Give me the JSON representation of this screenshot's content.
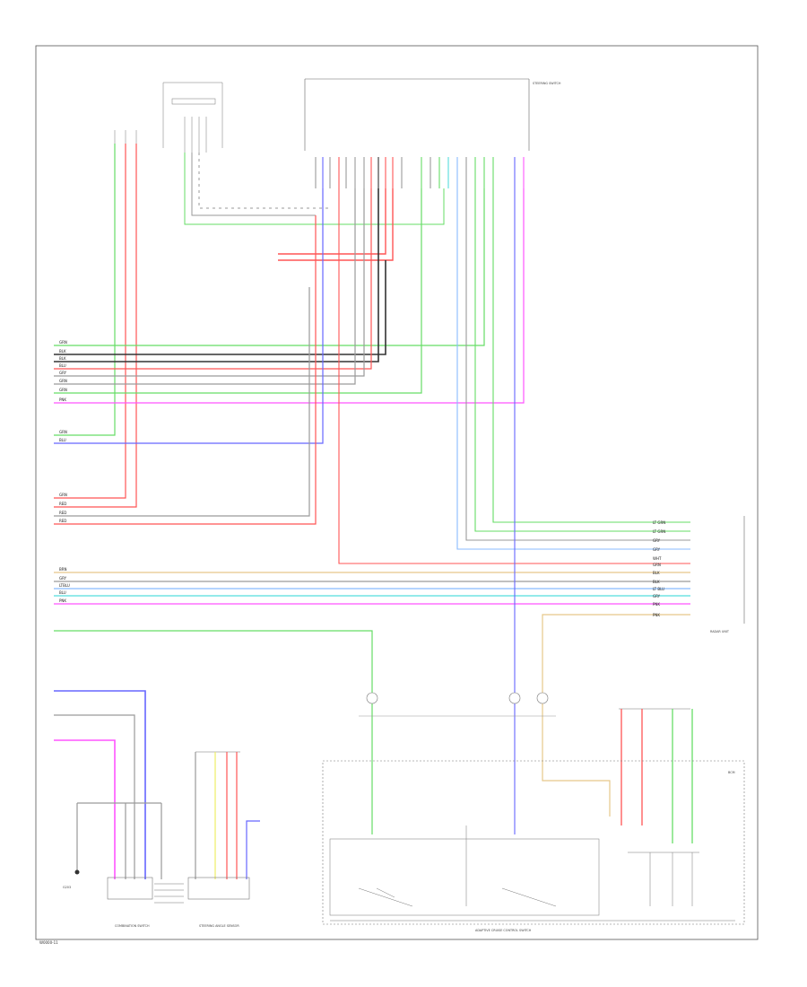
{
  "colors": {
    "green": "#66dd66",
    "red": "#ff5555",
    "gray": "#9a9a9a",
    "black": "#333333",
    "blue": "#6666ff",
    "magenta": "#ff55ff",
    "cyan": "#55dddd",
    "lightblue": "#88bbff",
    "tan": "#e6c88a",
    "yellow": "#eeee66",
    "white": "#d6d6d6"
  },
  "labels": {
    "page_ref": "W0000-11",
    "ground_label": "G203",
    "connector_left": "COMBINATION SWITCH",
    "connector_mid": "STEERING ANGLE SENSOR",
    "module_right": "STEERING SWITCH",
    "control_unit": "BCM",
    "switch_box": "ADAPTIVE CRUISE CONTROL SWITCH",
    "radar_unit": "RADAR UNIT"
  },
  "tags": {
    "left_bus": [
      "GRN",
      "BLK",
      "BLK",
      "BLU",
      "GRY",
      "GRN",
      "GRN",
      "PNK"
    ],
    "left_bus2": [
      "GRN",
      "BLU"
    ],
    "left_bus3": [
      "GRN",
      "RED",
      "RED",
      "RED"
    ],
    "left_bus4": [
      "BRN",
      "GRY",
      "LTBLU",
      "BLU",
      "PNK"
    ],
    "right_tags": [
      "LT GRN",
      "LT GRN",
      "GRY",
      "GRY",
      "WHT",
      "GRN",
      "BLK",
      "BLK",
      "LT BLU",
      "GRY",
      "PNK",
      "PNK"
    ]
  }
}
